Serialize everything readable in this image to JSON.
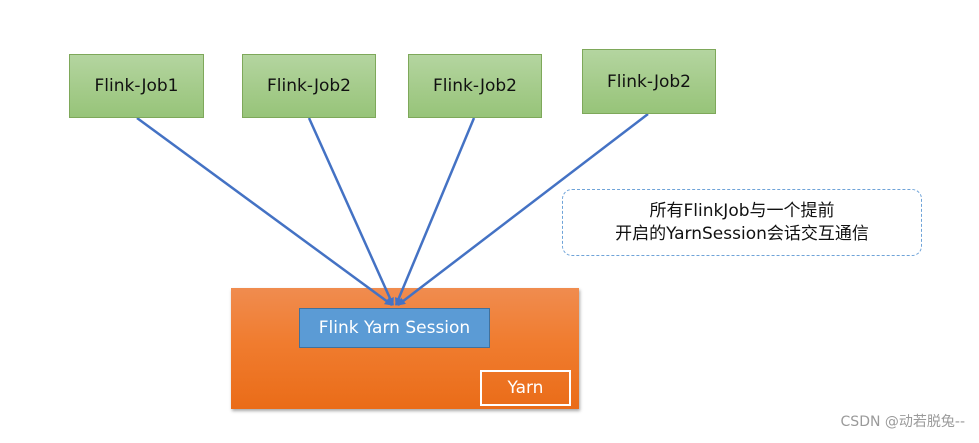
{
  "diagram": {
    "jobs": [
      {
        "label": "Flink-Job1"
      },
      {
        "label": "Flink-Job2"
      },
      {
        "label": "Flink-Job2"
      },
      {
        "label": "Flink-Job2"
      }
    ],
    "session": {
      "label": "Flink Yarn Session"
    },
    "yarn": {
      "label": "Yarn"
    },
    "note": {
      "line1": "所有FlinkJob与一个提前",
      "line2": "开启的YarnSession会话交互通信"
    },
    "colors": {
      "job_fill": "#a9cf8f",
      "arrow": "#4472c4",
      "session_fill": "#5b9bd5",
      "yarn_fill": "#f07c2f",
      "note_border": "#6fa3d8"
    }
  },
  "watermark": "CSDN @动若脱兔--"
}
